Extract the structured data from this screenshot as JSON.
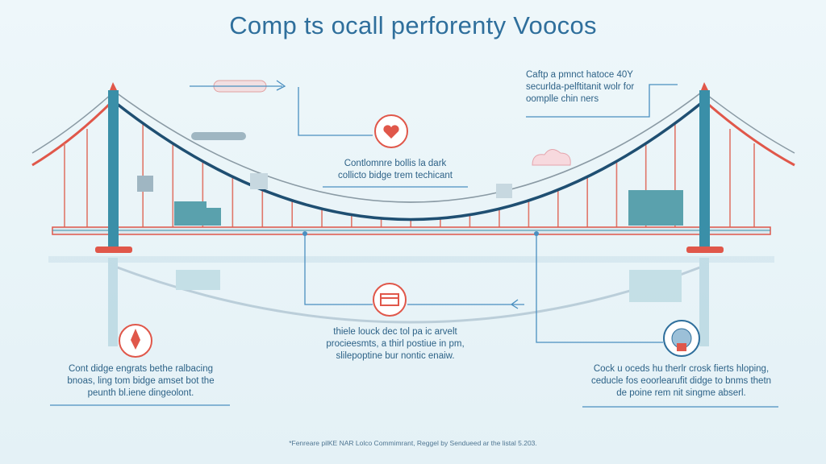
{
  "title": "Comp ts ocall perforenty Voocos",
  "callouts": {
    "top_right": [
      "Caftp a pmnct hatoce 40Y",
      "securlda-pelftitanit wolr for",
      "oomplle chin ners"
    ],
    "top_center": [
      "Contlomnre bollis la dark",
      "collicto bidge trem techicant"
    ],
    "middle_center": [
      "thiele louck dec tol pa ic arvelt",
      "procieesmts, a thirl postiue in pm,",
      "slilepoptine bur nontic enaiw."
    ],
    "bottom_left": [
      "Cont didge engrats bethe ralbacing",
      "bnoas, ling tom bidge amset bot the",
      "peunth bl.iene dingeolont."
    ],
    "bottom_right": [
      "Cock u oceds hu therlr crosk fierts hloping,",
      "ceducle fos eoorlearufit didge to bnms thetn",
      "de poine rem nit singme abserl."
    ]
  },
  "footer": "*Fenreare pilKE NAR Lolco Commimrant, Reggel by Sendueed ar the listal 5.203.",
  "colors": {
    "cable": "#1f4f72",
    "tower": "#3a8fa8",
    "accent": "#e0574a",
    "line": "#4a8fc0",
    "text": "#2d6287"
  }
}
